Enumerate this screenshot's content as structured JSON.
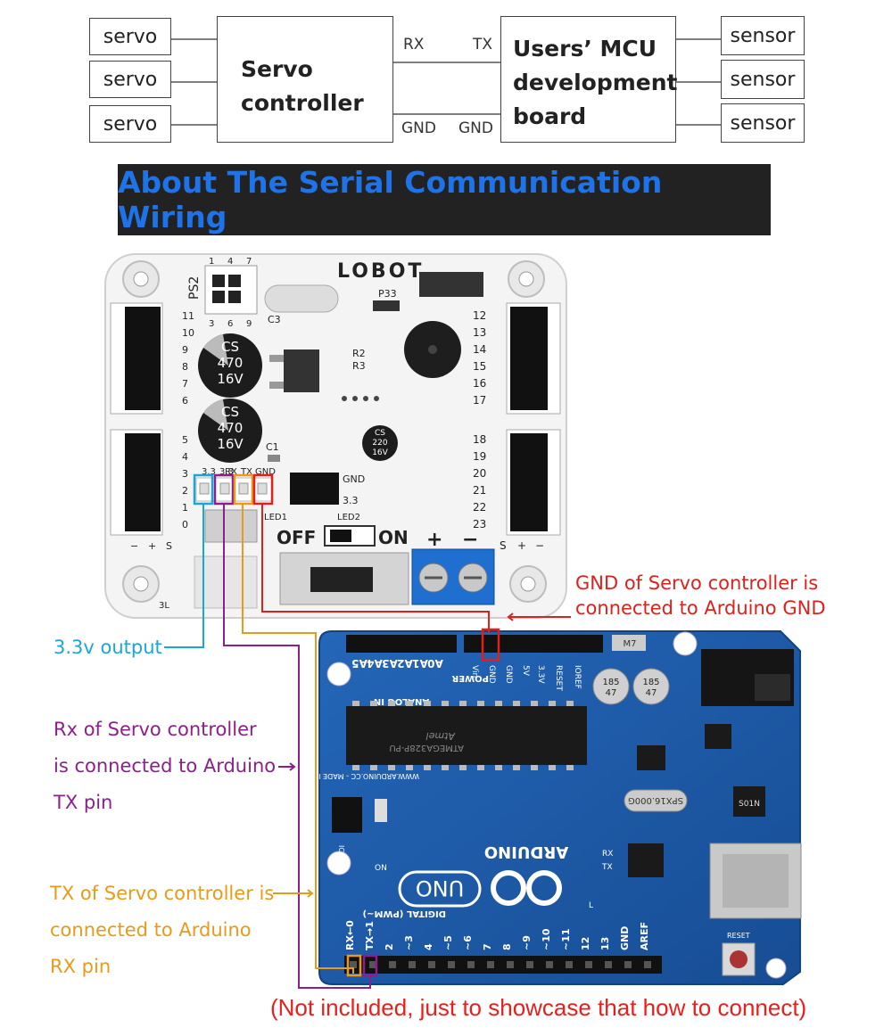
{
  "block_diagram": {
    "servos": [
      "servo",
      "servo",
      "servo"
    ],
    "controller_lines": [
      "Servo",
      "controller"
    ],
    "pins": {
      "rx": "RX",
      "tx": "TX",
      "gnd_left": "GND",
      "gnd_right": "GND"
    },
    "mcu_lines": [
      "Users’ MCU",
      "development",
      "board"
    ],
    "sensors": [
      "sensor",
      "sensor",
      "sensor"
    ]
  },
  "banner": {
    "title": "About The Serial Communication Wiring"
  },
  "controller_board": {
    "brand": "LOBOT",
    "ps2_label": "PS2",
    "ps2_pins_top": [
      "1",
      "4",
      "7"
    ],
    "ps2_pins_bottom": [
      "3",
      "6",
      "9"
    ],
    "p33": "P33",
    "c3": "C3",
    "c1": "C1",
    "r2": "R2",
    "r3": "R3",
    "capacitor_big": [
      "CS",
      "470",
      "16V"
    ],
    "capacitor_small": [
      "CS",
      "220",
      "16V"
    ],
    "left_channels_top": [
      "11",
      "10",
      "9",
      "8",
      "7",
      "6"
    ],
    "left_channels_bottom": [
      "5",
      "4",
      "3",
      "2",
      "1",
      "0"
    ],
    "right_channels_top": [
      "12",
      "13",
      "14",
      "15",
      "16",
      "17"
    ],
    "right_channels_bottom": [
      "18",
      "19",
      "20",
      "21",
      "22",
      "23"
    ],
    "serial_header": [
      "3.3",
      "RX",
      "TX",
      "GND"
    ],
    "gnd": "GND",
    "v33": "3.3",
    "led1": "LED1",
    "led2": "LED2",
    "off": "OFF",
    "on": "ON",
    "plus": "+",
    "minus": "−",
    "polarity_left": [
      "−",
      "+",
      "S"
    ],
    "polarity_right": [
      "S",
      "+",
      "−"
    ],
    "corner_3l": "3L"
  },
  "annotations": {
    "gnd": [
      "GND of Servo controller is",
      "connected to Arduino GND"
    ],
    "v33": "3.3v output",
    "rx": [
      "Rx of Servo controller",
      "is connected to Arduino",
      "TX pin"
    ],
    "tx": [
      "TX of Servo controller is",
      "connected to Arduino",
      "RX pin"
    ]
  },
  "arduino": {
    "analog_pins": [
      "A5",
      "A4",
      "A3",
      "A2",
      "A1",
      "A0"
    ],
    "analog_in": "ANALOG IN",
    "power_pins": [
      "Vin",
      "GND",
      "GND",
      "5V",
      "3.3V",
      "RESET",
      "IOREF"
    ],
    "power": "POWER",
    "chip_brand": "Atmel",
    "chip_model": "ATMEGA328P-PU",
    "silk": "WWW.ARDUINO.CC - MADE IN ITALY",
    "crystal": "SPX16.000G",
    "logo_text": "ARDUINO",
    "uno": "UNO",
    "digital_label": "DIGITAL (PWM~)",
    "digital_pins": [
      "RX←0",
      "TX→1",
      "2",
      "~3",
      "4",
      "~5",
      "~6",
      "7",
      "8",
      "~9",
      "~10",
      "~11",
      "12",
      "13",
      "GND",
      "AREF"
    ],
    "m7": "M7",
    "s01n": "S01N",
    "on": "ON",
    "icsp": "ICSP",
    "rx": "RX",
    "tx": "TX",
    "l": "L",
    "reset": "RESET",
    "cap_labels": [
      "185",
      "47"
    ]
  },
  "footer": {
    "note": "(Not included, just to showcase that how to connect)"
  },
  "colors": {
    "banner_bg": "#222222",
    "banner_text": "#1e73e8",
    "board_blue": "#1d5aa8",
    "gnd_wire": "#e0201a",
    "v33_wire": "#1aa7d8",
    "rx_wire": "#8c1f8c",
    "tx_wire": "#e89a1a"
  }
}
